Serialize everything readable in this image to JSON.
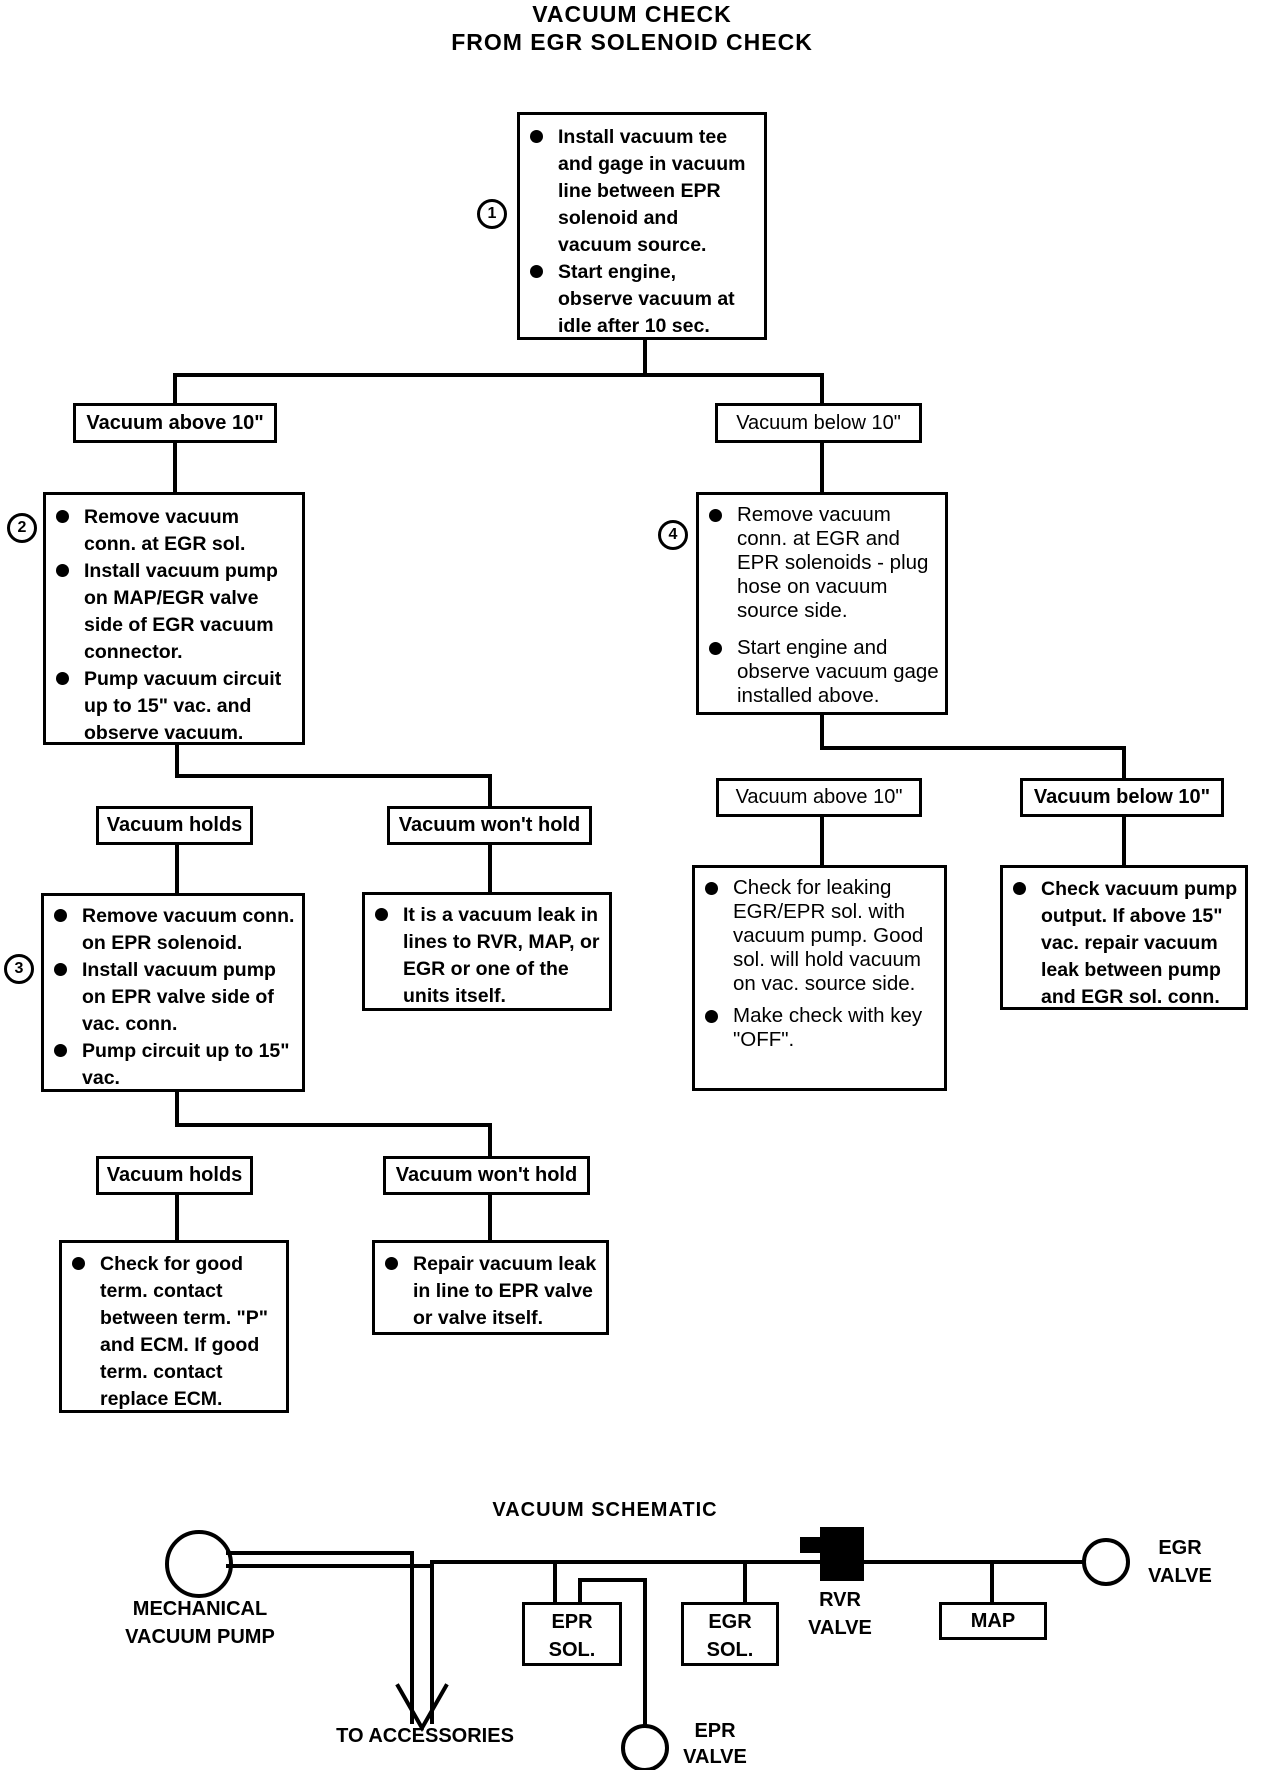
{
  "title": {
    "line1": "VACUUM CHECK",
    "line2": "FROM EGR SOLENOID CHECK"
  },
  "steps": [
    {
      "number": "1",
      "bullets": [
        "Install vacuum tee and gage in vacuum line between EPR solenoid and vacuum source.",
        "Start engine, observe vacuum at idle after 10 sec."
      ]
    },
    {
      "number": "2",
      "bullets": [
        "Remove vacuum conn. at EGR sol.",
        "Install vacuum pump on MAP/EGR valve side of EGR vacuum connector.",
        "Pump vacuum circuit up to 15\" vac. and observe vacuum."
      ]
    },
    {
      "number": "3",
      "bullets": [
        "Remove vacuum conn. on EPR solenoid.",
        "Install vacuum pump on EPR valve side of vac. conn.",
        "Pump circuit up to 15\" vac."
      ]
    },
    {
      "number": "4",
      "bullets": [
        "Remove vacuum conn. at EGR and EPR solenoids - plug hose on vacuum source side.",
        "Start engine and observe vacuum gage installed above."
      ]
    }
  ],
  "branches": {
    "step1_left": "Vacuum above 10\"",
    "step1_right": "Vacuum below 10\"",
    "step2_left": "Vacuum holds",
    "step2_right": "Vacuum won't hold",
    "step3_left": "Vacuum holds",
    "step3_right": "Vacuum won't hold",
    "step4_left": "Vacuum above 10\"",
    "step4_right": "Vacuum below 10\""
  },
  "results": {
    "step2_leak": [
      "It is a vacuum leak in lines to RVR, MAP, or EGR or one of the units itself."
    ],
    "step3_good": [
      "Check for good term. contact between term. \"P\" and ECM. If good term. contact replace ECM."
    ],
    "step3_leak": [
      "Repair vacuum leak in line to EPR valve or valve itself."
    ],
    "step4_above": [
      "Check for leaking EGR/EPR sol. with vacuum pump. Good sol. will hold vacuum on vac. source side.",
      "Make check with key \"OFF\"."
    ],
    "step4_below": [
      "Check vacuum pump output. If above 15\" vac. repair vacuum leak between pump and EGR sol. conn."
    ]
  },
  "schematic": {
    "title": "VACUUM SCHEMATIC",
    "pump": [
      "MECHANICAL",
      "VACUUM PUMP"
    ],
    "accessories": "TO ACCESSORIES",
    "epr_sol": [
      "EPR",
      "SOL."
    ],
    "egr_sol": [
      "EGR",
      "SOL."
    ],
    "rvr": [
      "RVR",
      "VALVE"
    ],
    "map": "MAP",
    "egr_valve": [
      "EGR",
      "VALVE"
    ],
    "epr_valve": [
      "EPR",
      "VALVE"
    ]
  }
}
